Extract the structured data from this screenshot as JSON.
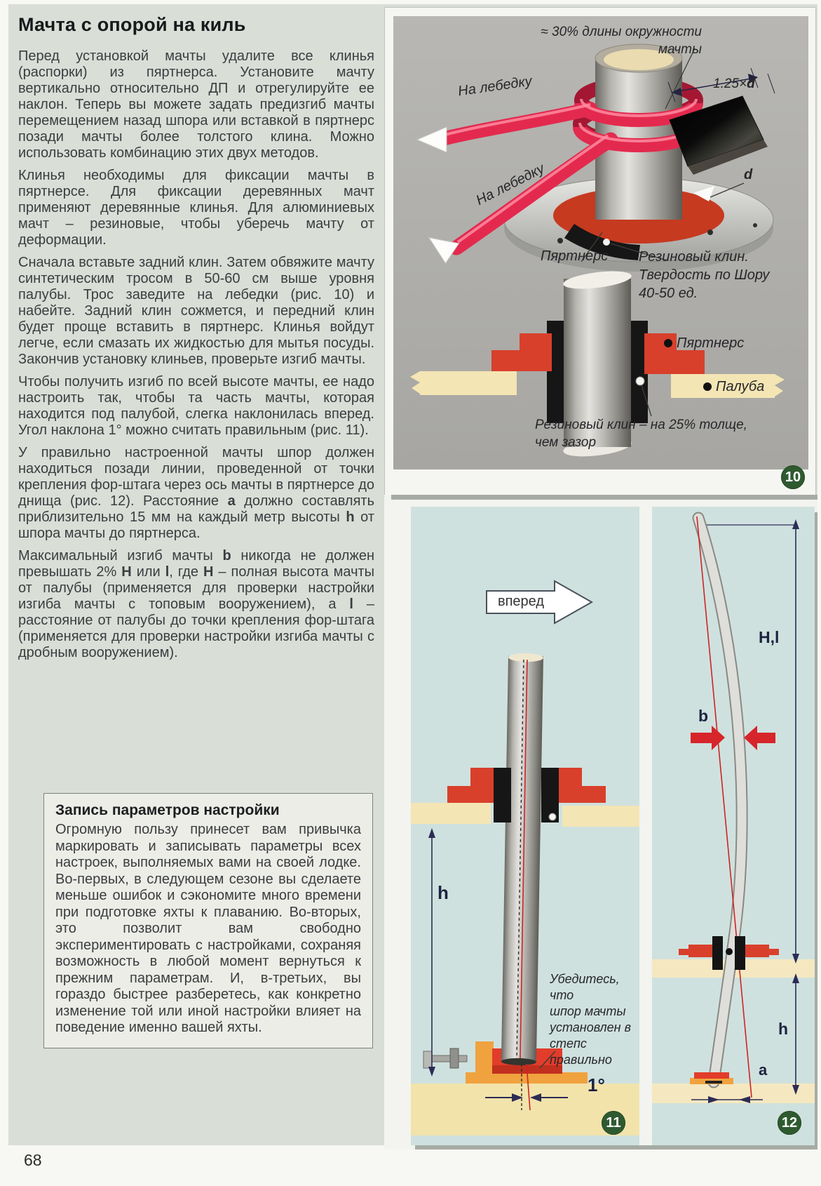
{
  "page": {
    "number": "68"
  },
  "article": {
    "title": "Мачта с опорой на киль",
    "paragraphs": [
      "Перед установкой мачты удалите все клинья (распорки) из пяртнерса. Установите мачту вертикально относительно ДП и отрегулируйте ее наклон. Теперь вы можете задать предизгиб мачты перемещением назад шпора или вставкой в пяртнерс позади мачты более толстого клина. Можно использовать комбинацию этих двух методов.",
      "Клинья необходимы для фиксации мачты в пяртнерсе. Для фиксации деревянных мачт применяют деревянные клинья. Для алюминиевых мачт – резиновые, чтобы уберечь мачту от деформации.",
      "Сначала вставьте задний клин. Затем обвяжите мачту синтетическим тросом в 50-60 см выше уровня палубы. Трос заведите на лебедки (рис. 10) и набейте. Задний клин сожмется, и передний клин будет проще вставить в пяртнерс. Клинья войдут легче, если смазать их жидкостью для мытья посуды. Закончив установку клиньев, проверьте изгиб мачты.",
      "Чтобы получить изгиб по всей высоте мачты, ее надо настроить так, чтобы та часть мачты, которая находится под палубой, слегка наклонилась вперед. Угол наклона 1° можно считать правильным (рис. 11).",
      "У правильно настроенной мачты шпор должен находиться позади линии, проведенной от точки крепления фор-штага через ось мачты в пяртнерсе до днища (рис. 12). Расстояние **a** должно составлять приблизительно 15 мм на каждый метр высоты **h** от шпора мачты до пяртнерса.",
      "Максимальный изгиб мачты **b** никогда не должен превышать 2% **H** или **l**, где **H** – полная высота мачты от палубы (применяется для проверки настройки изгиба мачты с топовым вооружением), а **l** – расстояние от палубы до точки крепления фор-штага (применяется для проверки настройки изгиба мачты с дробным вооружением)."
    ],
    "tip_box": {
      "title": "Запись параметров настройки",
      "body": "Огромную пользу принесет вам привычка маркировать и записывать параметры всех настроек, выполняемых вами на своей лодке. Во-первых, в следующем сезоне вы сделаете меньше ошибок и сэкономите много времени при подготовке яхты к плаванию. Во-вторых, это позволит вам свободно экспериментировать с настройками, сохраняя возможность в любой момент вернуться к прежним параметрам. И, в-третьих, вы гораздо быстрее разберетесь, как конкретно изменение той или иной настройки влияет на поведение именно вашей яхты."
    }
  },
  "fig10": {
    "badge": "10",
    "circumference_label": "≈ 30% длины окружности\nмачты",
    "wedge_width_label": "1.25×**d**",
    "winch_label_1": "На лебедку",
    "winch_label_2": "На лебедку",
    "partners_label": "Пяртнерс",
    "rubber_wedge_label": "Резиновый клин.\nТвердость по Шору\n40-50 ед.",
    "d_label": "d",
    "section_partners_label": "Пяртнерс",
    "section_deck_label": "Палуба",
    "section_rubber_label": "Резиновый клин – на 25% толще,\nчем зазор"
  },
  "fig11": {
    "badge": "11",
    "forward_label": "вперед",
    "h_label": "h",
    "angle_label": "1°",
    "note_label": "Убедитесь, что\nшпор мачты\nустановлен в\nстепс\nправильно"
  },
  "fig12": {
    "badge": "12",
    "height_label": "H,l",
    "bend_label": "b",
    "h_label": "h",
    "a_label": "a"
  },
  "colors": {
    "panel_blue": "#cfe1de",
    "partner_red": "#d8402c",
    "rope_red": "#e32a4e",
    "deck_cream": "#f4e5b4",
    "base_orange": "#f0a23e",
    "badge_green": "#2f5a30",
    "dimension_navy": "#2c2c55"
  }
}
